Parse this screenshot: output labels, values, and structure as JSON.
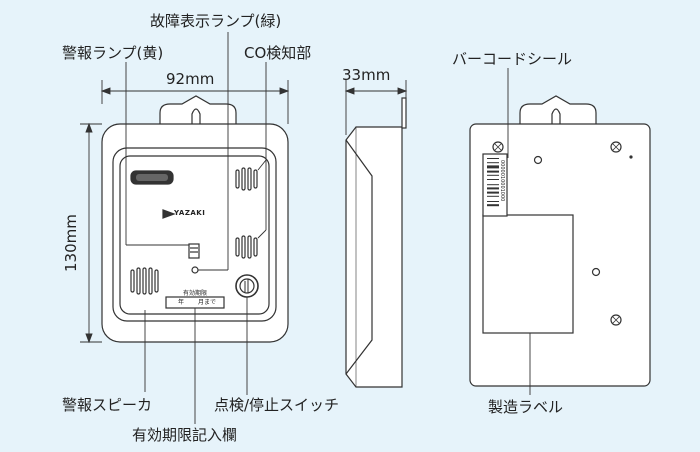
{
  "labels": {
    "fault_lamp": "故障表示ランプ(緑)",
    "alarm_lamp": "警報ランプ(黄)",
    "co_sensor": "CO検知部",
    "alarm_speaker": "警報スピーカ",
    "check_switch": "点検/停止スイッチ",
    "expiry_field": "有効期限記入欄",
    "barcode_seal": "バーコードシール",
    "product_label": "製造ラベル"
  },
  "dimensions": {
    "width": "92mm",
    "height": "130mm",
    "depth": "33mm"
  },
  "front_panel": {
    "brand": "YAZAKI",
    "expiry_heading": "有効期限",
    "expiry_year": "年",
    "expiry_month": "月まで"
  },
  "barcode": {
    "number": "0000010001000"
  },
  "colors": {
    "background": "#e6f3fa",
    "device_fill": "#ffffff",
    "line": "#333333"
  }
}
